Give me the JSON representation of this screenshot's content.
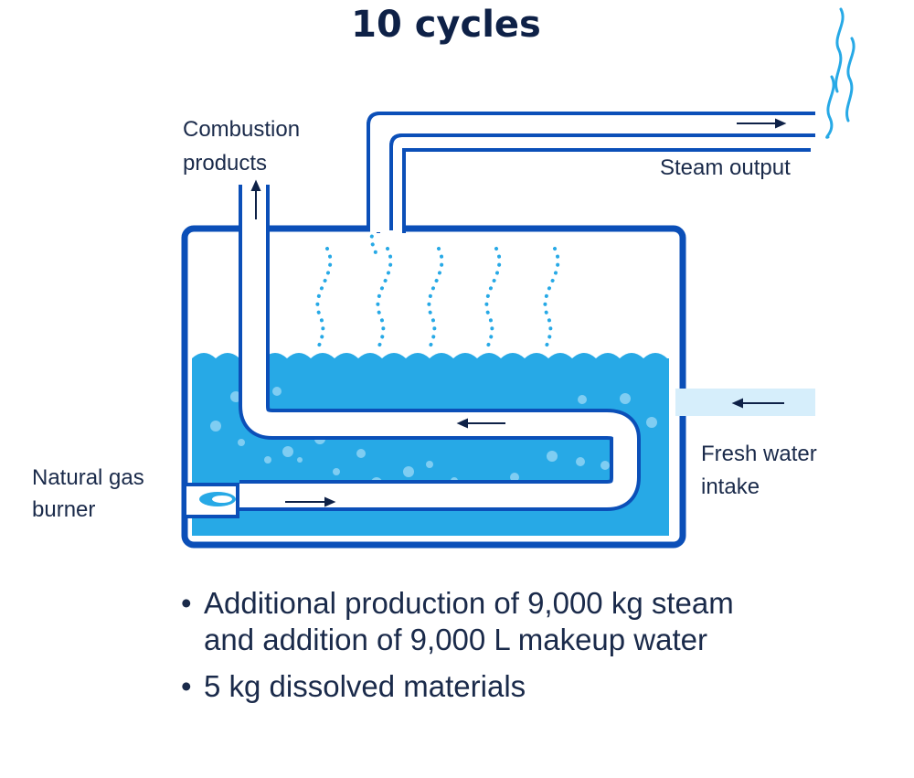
{
  "title": "10 cycles",
  "labels": {
    "combustion_line1": "Combustion",
    "combustion_line2": "products",
    "steam_output": "Steam output",
    "fresh_line1": "Fresh water",
    "fresh_line2": "intake",
    "burner_line1": "Natural gas",
    "burner_line2": "burner"
  },
  "bullets": {
    "bullet_char": "•",
    "item1_line1": "Additional production of 9,000 kg steam",
    "item1_line2": "and addition of 9,000 L makeup water",
    "item2": "5 kg dissolved materials"
  },
  "colors": {
    "outline": "#0b4fb8",
    "water": "#27a9e6",
    "water_dots": "#7fcdf2",
    "steam_dots": "#27a9e6",
    "dark_text": "#0e2147",
    "inlet_pipe": "#d6eefb"
  }
}
